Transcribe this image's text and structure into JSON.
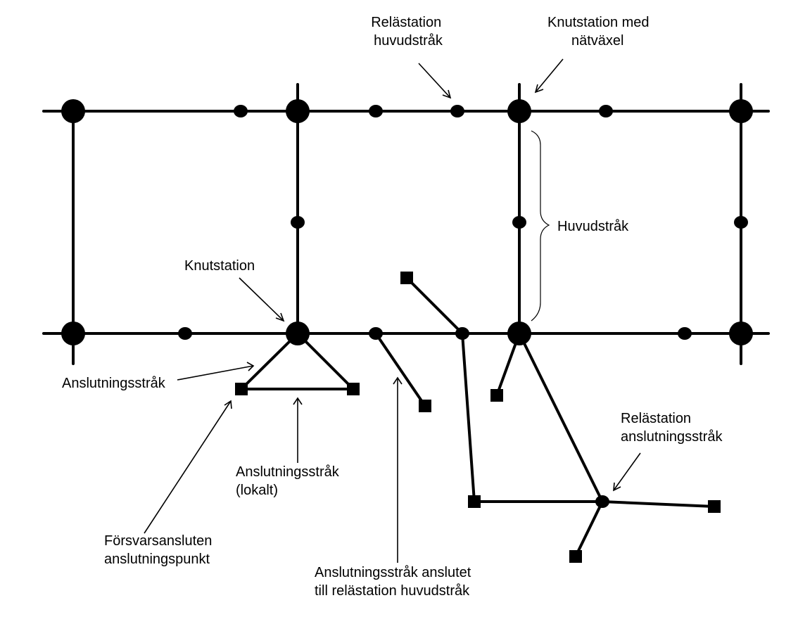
{
  "labels": {
    "relastation_huvudstrak": [
      "Relästation",
      "huvudstråk"
    ],
    "knutstation_med_natvaxel": [
      "Knutstation med",
      "nätväxel"
    ],
    "huvudstrak": "Huvudstråk",
    "knutstation": "Knutstation",
    "anslutningsstrak": "Anslutningsstråk",
    "anslutningsstrak_lokalt": [
      "Anslutningsstråk",
      "(lokalt)"
    ],
    "forsvarsansluten": [
      "Försvarsansluten",
      "anslutningspunkt"
    ],
    "anslutningsstrak_anslutet": [
      "Anslutningsstråk anslutet",
      "till relästation huvudstråk"
    ],
    "relastation_anslutningsstrak": [
      "Relästation",
      "anslutningsstråk"
    ]
  },
  "colors": {
    "ink": "#000000",
    "background": "#ffffff"
  }
}
